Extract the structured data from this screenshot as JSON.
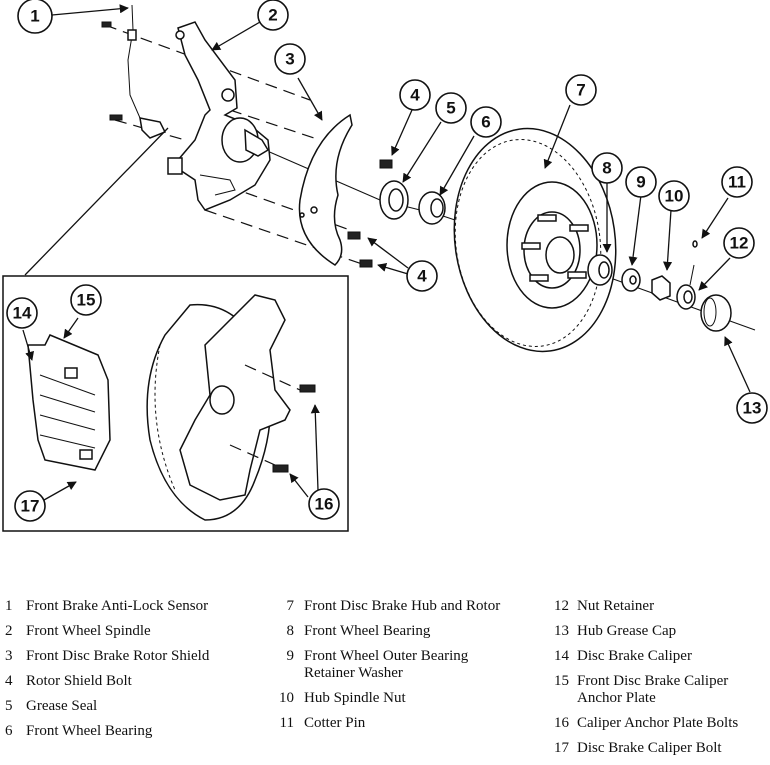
{
  "title": "Front Disc Brake and Hub Exploded View",
  "callouts": [
    {
      "id": "1"
    },
    {
      "id": "2"
    },
    {
      "id": "3"
    },
    {
      "id": "4"
    },
    {
      "id": "5"
    },
    {
      "id": "6"
    },
    {
      "id": "7"
    },
    {
      "id": "8"
    },
    {
      "id": "9"
    },
    {
      "id": "10"
    },
    {
      "id": "11"
    },
    {
      "id": "12"
    },
    {
      "id": "13"
    },
    {
      "id": "14"
    },
    {
      "id": "15"
    },
    {
      "id": "16"
    },
    {
      "id": "17"
    }
  ],
  "callout_labels": {
    "c1": "1",
    "c2": "2",
    "c3": "3",
    "c4a": "4",
    "c4b": "4",
    "c5": "5",
    "c6": "6",
    "c7": "7",
    "c8": "8",
    "c9": "9",
    "c10": "10",
    "c11": "11",
    "c12": "12",
    "c13": "13",
    "c14": "14",
    "c15": "15",
    "c16": "16",
    "c17": "17"
  },
  "legend": {
    "column1": [
      {
        "num": "1",
        "label": "Front Brake Anti-Lock Sensor"
      },
      {
        "num": "2",
        "label": "Front Wheel Spindle"
      },
      {
        "num": "3",
        "label": "Front Disc Brake Rotor Shield"
      },
      {
        "num": "4",
        "label": "Rotor Shield Bolt"
      },
      {
        "num": "5",
        "label": "Grease Seal"
      },
      {
        "num": "6",
        "label": "Front Wheel Bearing"
      }
    ],
    "column2": [
      {
        "num": "7",
        "label": "Front Disc Brake Hub and Rotor"
      },
      {
        "num": "8",
        "label": "Front Wheel Bearing"
      },
      {
        "num": "9",
        "label": "Front Wheel Outer Bearing Retainer Washer"
      },
      {
        "num": "10",
        "label": "Hub Spindle Nut"
      },
      {
        "num": "11",
        "label": "Cotter Pin"
      }
    ],
    "column3": [
      {
        "num": "12",
        "label": "Nut Retainer"
      },
      {
        "num": "13",
        "label": "Hub Grease Cap"
      },
      {
        "num": "14",
        "label": "Disc Brake Caliper"
      },
      {
        "num": "15",
        "label": "Front Disc Brake Caliper Anchor Plate"
      },
      {
        "num": "16",
        "label": "Caliper Anchor Plate Bolts"
      },
      {
        "num": "17",
        "label": "Disc Brake Caliper Bolt"
      }
    ]
  }
}
